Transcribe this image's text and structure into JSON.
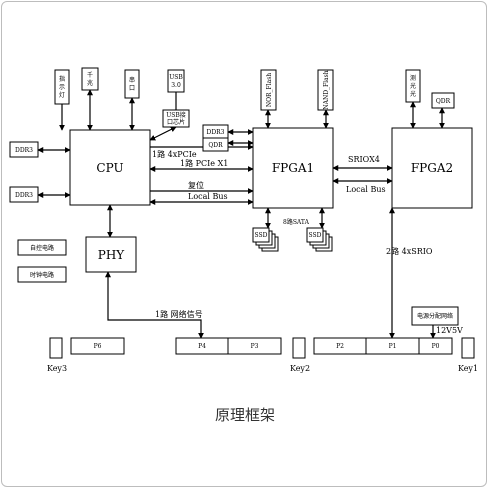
{
  "caption": "原理框架",
  "blocks": {
    "cpu": "CPU",
    "fpga1": "FPGA1",
    "fpga2": "FPGA2",
    "phy": "PHY",
    "usb30": "USB\n3.0",
    "usb_chip": "USB接\n口芯片",
    "qian_zhao": "千\n兆",
    "chuan_kou": "串\n口",
    "zhishi_deng": "指\n示\n灯",
    "nor_flash": "NOR_Flash",
    "nand_flash": "NAND_Flash",
    "ce_guang": "测\n光\n光",
    "qdr_fpga2": "QDR",
    "ddr3_fpga1": "DDR3",
    "qdr_fpga1": "QDR",
    "ddr3_cpu_top": "DDR3",
    "ddr3_cpu_bottom": "DDR3",
    "ssd_left": "SSD",
    "ssd_right": "SSD",
    "auto_power": "自控电路",
    "clock_power": "时钟电路",
    "power_supply": "电源分配网络"
  },
  "links": {
    "cpu_fpga1_pcie4": "1路 4xPCIe",
    "cpu_fpga1_pcie1": "1路 PCIe X1",
    "cpu_fpga1_reset": "复位",
    "cpu_fpga1_localbus": "Local Bus",
    "fpga1_fpga2_srio": "SRIOX4",
    "fpga1_fpga2_localbus": "Local Bus",
    "fpga1_ssd_sata": "8路SATA",
    "fpga2_p1_srio": "2路 4xSRIO",
    "phy_p4_net": "1路 网络信号",
    "power_voltage": "12V5V"
  },
  "panel": {
    "p6": "P6",
    "p4": "P4",
    "p3": "P3",
    "p2": "P2",
    "p1": "P1",
    "p0": "P0",
    "key3": "Key3",
    "key2": "Key2",
    "key1": "Key1"
  }
}
